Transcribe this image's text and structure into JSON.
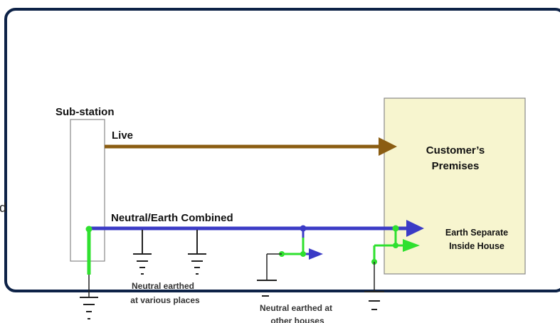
{
  "diagram": {
    "substation_label": "Sub-station",
    "live_label": "Live",
    "neutral_earth_label": "Neutral/Earth Combined",
    "customer_line1": "Customer’s",
    "customer_line2": "Premises",
    "earth_separate_line1": "Earth Separate",
    "earth_separate_line2": "Inside House",
    "neutral_various_line1": "Neutral earthed",
    "neutral_various_line2": "at various places",
    "neutral_other_line1": "Neutral earthed at",
    "neutral_other_line2": "other houses",
    "edge_fragment": "d"
  },
  "colors": {
    "frame_border": "#0d2247",
    "live": "#8b5d12",
    "neutral": "#3b3bc6",
    "earth": "#2fe02f",
    "customer_fill": "#f7f5cf",
    "customer_border": "#888888"
  }
}
